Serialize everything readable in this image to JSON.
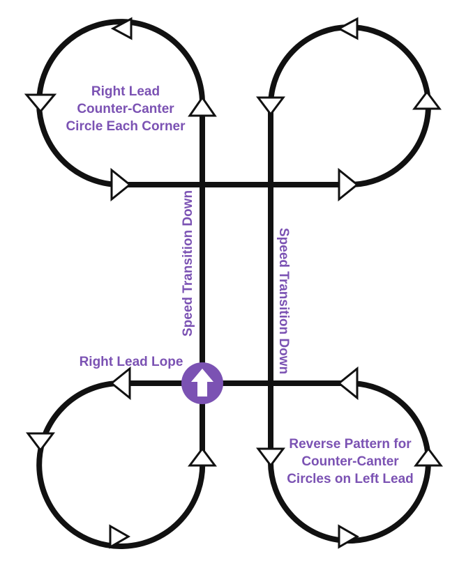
{
  "colors": {
    "line": "#111111",
    "accent": "#7b52b3",
    "background": "#ffffff"
  },
  "labels": {
    "top_left": [
      "Right Lead",
      "Counter-Canter",
      "Circle Each Corner"
    ],
    "left_vertical": "Speed Transition Down",
    "right_vertical": "Speed Transition Down",
    "start": "Right Lead Lope",
    "bottom_right": [
      "Reverse Pattern for",
      "Counter-Canter",
      "Circles on Left Lead"
    ]
  },
  "icons": {
    "start_marker": "up-arrow-icon",
    "direction_markers": "triangle-arrow-icon"
  }
}
